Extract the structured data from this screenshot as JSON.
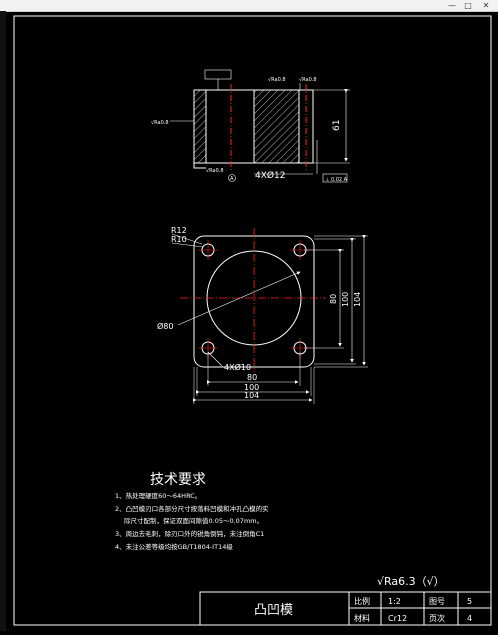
{
  "window": {
    "controls": {
      "minimize": "—",
      "maximize": "□",
      "close": "✕"
    }
  },
  "drawing": {
    "section": {
      "height_dim": "61",
      "holes_dim": "4XØ12",
      "roughness_note": "√Ra0.8",
      "tolerance_box": "⊥ 0.02 A",
      "datum_label": "A"
    },
    "plan": {
      "corner_r1": "R12",
      "corner_r2": "R10",
      "diameter_big": "Ø80",
      "holes_dim": "4XØ10",
      "dim_h_80": "80",
      "dim_h_100": "100",
      "dim_h_104": "104",
      "dim_v_80": "80",
      "dim_v_100": "100",
      "dim_v_104": "104"
    },
    "requirements": {
      "title": "技术要求",
      "items": [
        "1、热处理硬度60～64HRC。",
        "2、凸凹模刃口各部分尺寸按落料凹模和冲孔凸模的实",
        "际尺寸配制，保证双面间隙值0.05～0.07mm。",
        "3、周边去毛刺，除刃口外的锐角倒钝，未注倒角C1",
        "4、未注公差等级均按GB/T1804-IT14级"
      ]
    },
    "surface_note": "√Ra6.3（√）",
    "title_block": {
      "part_name": "凸凹模",
      "scale_label": "比例",
      "scale_value": "1:2",
      "material_label": "材料",
      "material_value": "Cr12",
      "drawing_no_label": "图号",
      "drawing_no_value": "5",
      "page_label": "页次",
      "page_value": "4"
    },
    "colors": {
      "line": "#ffffff",
      "center": "#ff2020",
      "dim": "#ffffff",
      "background": "#000000"
    }
  }
}
